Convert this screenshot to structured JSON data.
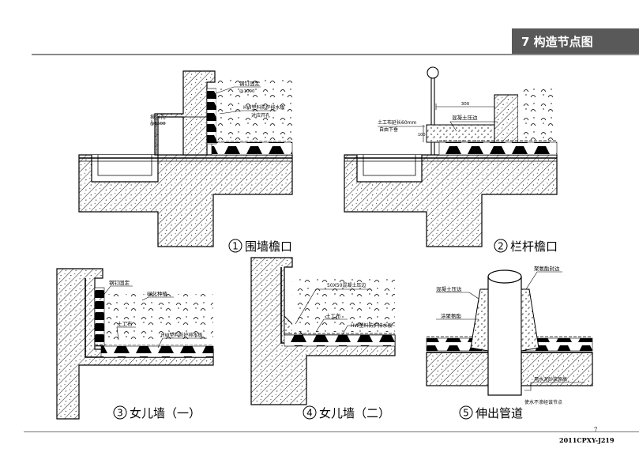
{
  "header": {
    "title": "7 构造节点图"
  },
  "footer": {
    "page_number": "7",
    "doc_code": "2011CPXY-J219"
  },
  "details": [
    {
      "number": "1",
      "title": "围墙檐口",
      "labels": {
        "nail": "钢钉固定",
        "nail_spacing": "@1000",
        "drain_board": "HW塑料防护排水板",
        "drain_hole": "排水孔",
        "hole_spacing": "@1500",
        "align_hole": "对应开孔"
      }
    },
    {
      "number": "2",
      "title": "栏杆檐口",
      "labels": {
        "dim_300": "300",
        "concrete_edge": "混凝土压边",
        "geotextile": "土工布延长60mm",
        "drop": "自由下垂",
        "dim_100": "100"
      }
    },
    {
      "number": "3",
      "title": "女儿墙（一）",
      "labels": {
        "nail": "钢钉固定",
        "plants": "绿化种植",
        "geotextile": "土工布",
        "drain_board": "HW塑料防护排水板"
      }
    },
    {
      "number": "4",
      "title": "女儿墙（二）",
      "labels": {
        "concrete_edge": "50X50混凝土压边",
        "geotextile": "土工布",
        "drain_board": "HW塑料防护排水板"
      }
    },
    {
      "number": "5",
      "title": "伸出管道",
      "labels": {
        "seal": "聚氨酯封边",
        "concrete_edge": "混凝土压边",
        "coating": "涂聚氨酯",
        "mortar": "用水泥砂浆原高",
        "note": "使水不渗经该节点"
      }
    }
  ]
}
